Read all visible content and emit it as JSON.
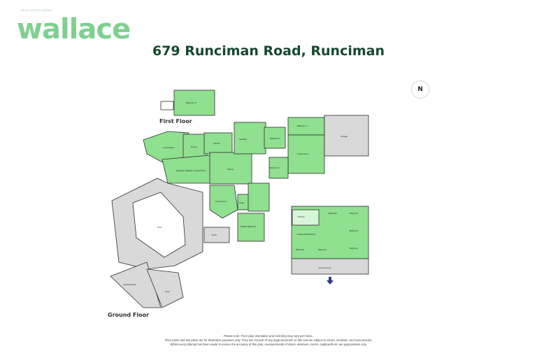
{
  "branding": {
    "logo_text": "wallace",
    "tagline": "REAL ESTATE AGENT"
  },
  "title": "679 Runciman Road, Runciman",
  "compass_label": "N",
  "floors": {
    "first": "First Floor",
    "ground": "Ground Floor"
  },
  "rooms": {
    "bedroom_5": "Bedroom 5",
    "living_room": "Living Room",
    "dining": "Dining",
    "kitchen": "Kitchen",
    "laundry": "Laundry",
    "entrance_hallway": "Entrance Hallway / Living Room",
    "dining_main": "Dining",
    "bedroom_3": "Bedroom 3",
    "bedroom_4": "Bedroom 4",
    "bedroom_2": "Bedroom 2",
    "living_room_east": "Living Room",
    "garage": "Garage",
    "living_room_south": "Living Room",
    "master_bedroom": "Master Bedroom",
    "study": "Study",
    "deck": "Deck",
    "pool": "Pool",
    "viewing_deck": "Viewing Deck",
    "store": "Store",
    "living_dining_unit": "Living Room/Dining",
    "kitchen_unit": "Kitchen",
    "bedroom_u1": "Bedroom",
    "bedroom_u2": "Bedroom",
    "bedroom_u3": "Bedroom",
    "bedroom_u4": "Bedroom",
    "bedroom_u5": "Bedroom",
    "bedroom_u6": "Bedroom",
    "covered_area": "Covered Area"
  },
  "footer": {
    "line1": "Please note: Floor plan orientation and mirroring may vary per home.",
    "line2": "Floor plans and site plans are for illustrative purposes only. They are not part of any legal document or title and are subject to errors, omission, and inaccuracies.",
    "line3": "Whilst every attempt has been made to ensure the accuracy of this plan, measurements of doors, windows, rooms, cupboards etc are approximate only."
  },
  "colors": {
    "room_fill": "#8fe08f",
    "outline": "#2e2e2e",
    "outdoor": "#d9d9d9",
    "logo": "#7fd08f",
    "title": "#15492f"
  }
}
